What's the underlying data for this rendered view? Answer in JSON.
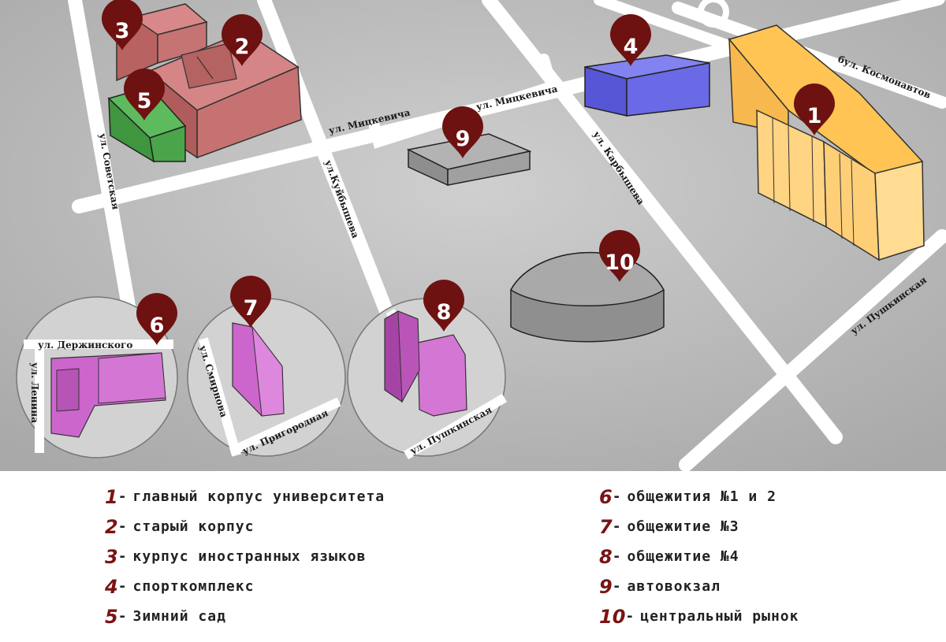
{
  "colors": {
    "ground": "#c4c4c4",
    "road": "#ffffff",
    "pin": "#6e1111",
    "building_1": "#ffcc66",
    "building_2": "#c67070",
    "building_4": "#6f6fe6",
    "building_5": "#4ca64c",
    "building_gray": "#9d9d9d",
    "dormitory": "#cc66cc",
    "legend_number": "#7a1414",
    "legend_text": "#222222"
  },
  "streets": {
    "mitskevicha_left": "ул. Мицкевича",
    "mitskevicha_right": "ул. Мицкевича",
    "kosmonavtov": "бул. Космонавтов",
    "sovetskaya": "ул. Советская",
    "kuybysheva": "ул.Куйбышева",
    "karbysheva": "ул. Карбышева",
    "pushkinskaya": "ул. Пушкинская",
    "derzhinskogo": "ул. Держинского",
    "lenina": "ул. Ленина",
    "smirnova": "ул. Смирнова",
    "prigorodnaya": "ул. Пригородная",
    "pushkinskaya_inset": "ул. Пушкинская"
  },
  "pins": {
    "p1": "1",
    "p2": "2",
    "p3": "3",
    "p4": "4",
    "p5": "5",
    "p6": "6",
    "p7": "7",
    "p8": "8",
    "p9": "9",
    "p10": "10"
  },
  "legend": {
    "separator": "-",
    "left": [
      {
        "num": "1",
        "text": "главный корпус университета"
      },
      {
        "num": "2",
        "text": "старый корпус"
      },
      {
        "num": "3",
        "text": "курпус иностранных языков"
      },
      {
        "num": "4",
        "text": "спорткомплекс"
      },
      {
        "num": "5",
        "text": "Зимний сад"
      }
    ],
    "right": [
      {
        "num": "6",
        "text": "общежития №1 и 2"
      },
      {
        "num": "7",
        "text": "общежитие №3"
      },
      {
        "num": "8",
        "text": "общежитие №4"
      },
      {
        "num": "9",
        "text": "автовокзал"
      },
      {
        "num": "10",
        "text": "центральный рынок"
      }
    ]
  }
}
